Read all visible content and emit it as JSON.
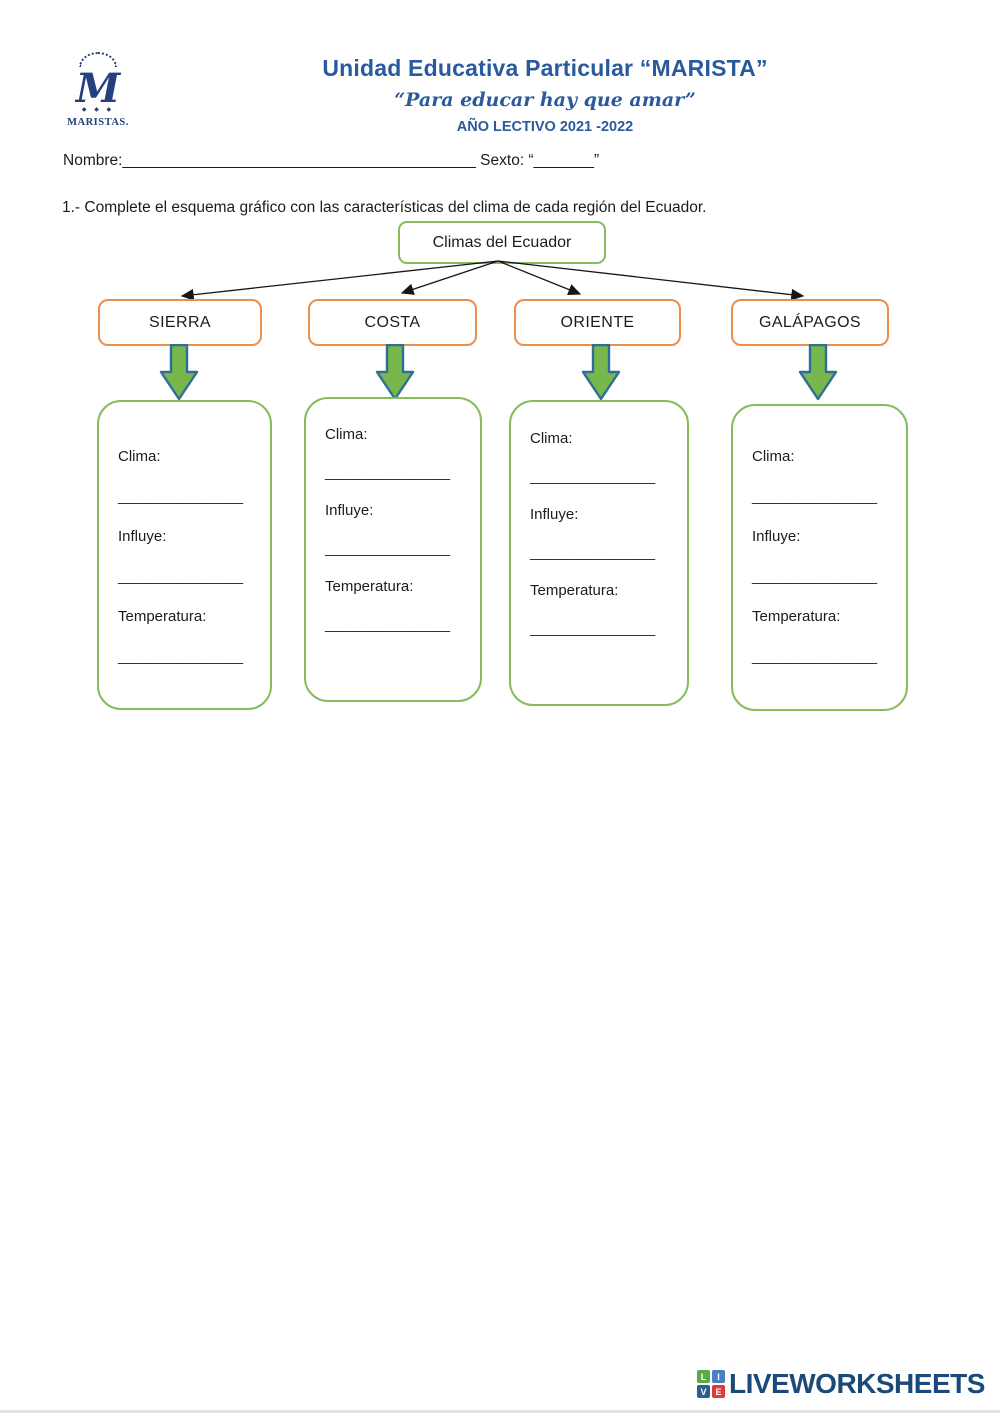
{
  "header": {
    "logo": {
      "monogram": "M",
      "diamonds": "◆ ◆ ◆",
      "caption": "MARISTAS."
    },
    "school_name": "Unidad Educativa Particular “MARISTA”",
    "motto": "“Para educar hay que amar”",
    "school_year": "AÑO LECTIVO 2021 -2022",
    "name_label": "Nombre:",
    "name_blank": "_________________________________________",
    "grade_label": " Sexto: “",
    "grade_blank": "_______",
    "grade_close_quote": "”"
  },
  "question": "1.- Complete el esquema gráfico con las características del clima de cada región del Ecuador.",
  "diagram": {
    "root_label": "Climas del Ecuador",
    "cards": [
      {
        "region": "SIERRA",
        "fields": [
          {
            "label": "Clima:",
            "blank": "_______________"
          },
          {
            "label": "Influye:",
            "blank": "_______________"
          },
          {
            "label": "Temperatura:",
            "blank": "_______________"
          }
        ]
      },
      {
        "region": "COSTA",
        "fields": [
          {
            "label": "Clima:",
            "blank": "_______________"
          },
          {
            "label": "Influye:",
            "blank": "_______________"
          },
          {
            "label": "Temperatura:",
            "blank": "_______________"
          }
        ]
      },
      {
        "region": "ORIENTE",
        "fields": [
          {
            "label": "Clima:",
            "blank": "_______________"
          },
          {
            "label": "Influye:",
            "blank": "_______________"
          },
          {
            "label": "Temperatura:",
            "blank": "_______________"
          }
        ]
      },
      {
        "region": "GALÁPAGOS",
        "fields": [
          {
            "label": "Clima:",
            "blank": "_______________"
          },
          {
            "label": "Influye:",
            "blank": "_______________"
          },
          {
            "label": "Temperatura:",
            "blank": "_______________"
          }
        ]
      }
    ]
  },
  "colors": {
    "header_blue": "#2a5a9e",
    "green_border": "#84bd5a",
    "orange_border": "#ec8f4e",
    "block_arrow_fill": "#77b74b",
    "block_arrow_stroke": "#2f6f96",
    "brand_navy": "#1b4a7a"
  },
  "footer": {
    "brand": "LIVEWORKSHEETS",
    "tiles": [
      {
        "letter": "L",
        "color": "#5aaa46"
      },
      {
        "letter": "I",
        "color": "#4a7fc1"
      },
      {
        "letter": "V",
        "color": "#2d5f8e"
      },
      {
        "letter": "E",
        "color": "#dd3b3b"
      }
    ]
  }
}
